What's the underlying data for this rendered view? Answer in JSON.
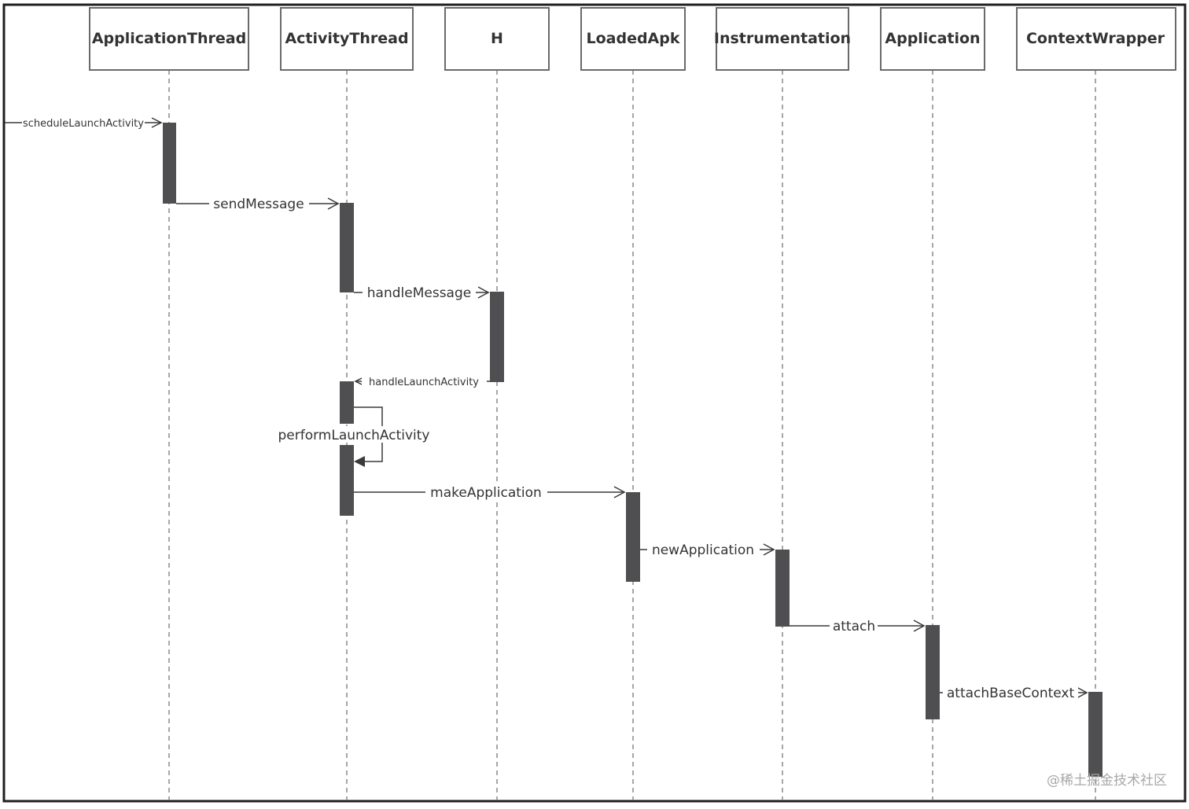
{
  "lifelines": [
    {
      "id": "applicationthread",
      "name": "ApplicationThread"
    },
    {
      "id": "activitythread",
      "name": "ActivityThread"
    },
    {
      "id": "h",
      "name": "H"
    },
    {
      "id": "loadedapk",
      "name": "LoadedApk"
    },
    {
      "id": "instrumentation",
      "name": "Instrumentation"
    },
    {
      "id": "application",
      "name": "Application"
    },
    {
      "id": "contextwrapper",
      "name": "ContextWrapper"
    }
  ],
  "messages": [
    {
      "id": "schedulelaunchactivity",
      "label": "scheduleLaunchActivity",
      "from": "external",
      "to": "applicationthread"
    },
    {
      "id": "sendmessage",
      "label": "sendMessage",
      "from": "applicationthread",
      "to": "activitythread"
    },
    {
      "id": "handlemessage",
      "label": "handleMessage",
      "from": "activitythread",
      "to": "h"
    },
    {
      "id": "handlelaunchactivity",
      "label": "handleLaunchActivity",
      "from": "h",
      "to": "activitythread"
    },
    {
      "id": "performlaunchactivity",
      "label": "performLaunchActivity",
      "from": "activitythread",
      "to": "activitythread"
    },
    {
      "id": "makeapplication",
      "label": "makeApplication",
      "from": "activitythread",
      "to": "loadedapk"
    },
    {
      "id": "newapplication",
      "label": "newApplication",
      "from": "loadedapk",
      "to": "instrumentation"
    },
    {
      "id": "attach",
      "label": "attach",
      "from": "instrumentation",
      "to": "application"
    },
    {
      "id": "attachbasecontext",
      "label": "attachBaseContext",
      "from": "application",
      "to": "contextwrapper"
    }
  ],
  "watermark": "@稀土掘金技术社区",
  "colors": {
    "activation": "#4f4f51",
    "line": "#3a3a3a",
    "lifeline_dash": "#8a8a8a",
    "text": "#333333"
  }
}
